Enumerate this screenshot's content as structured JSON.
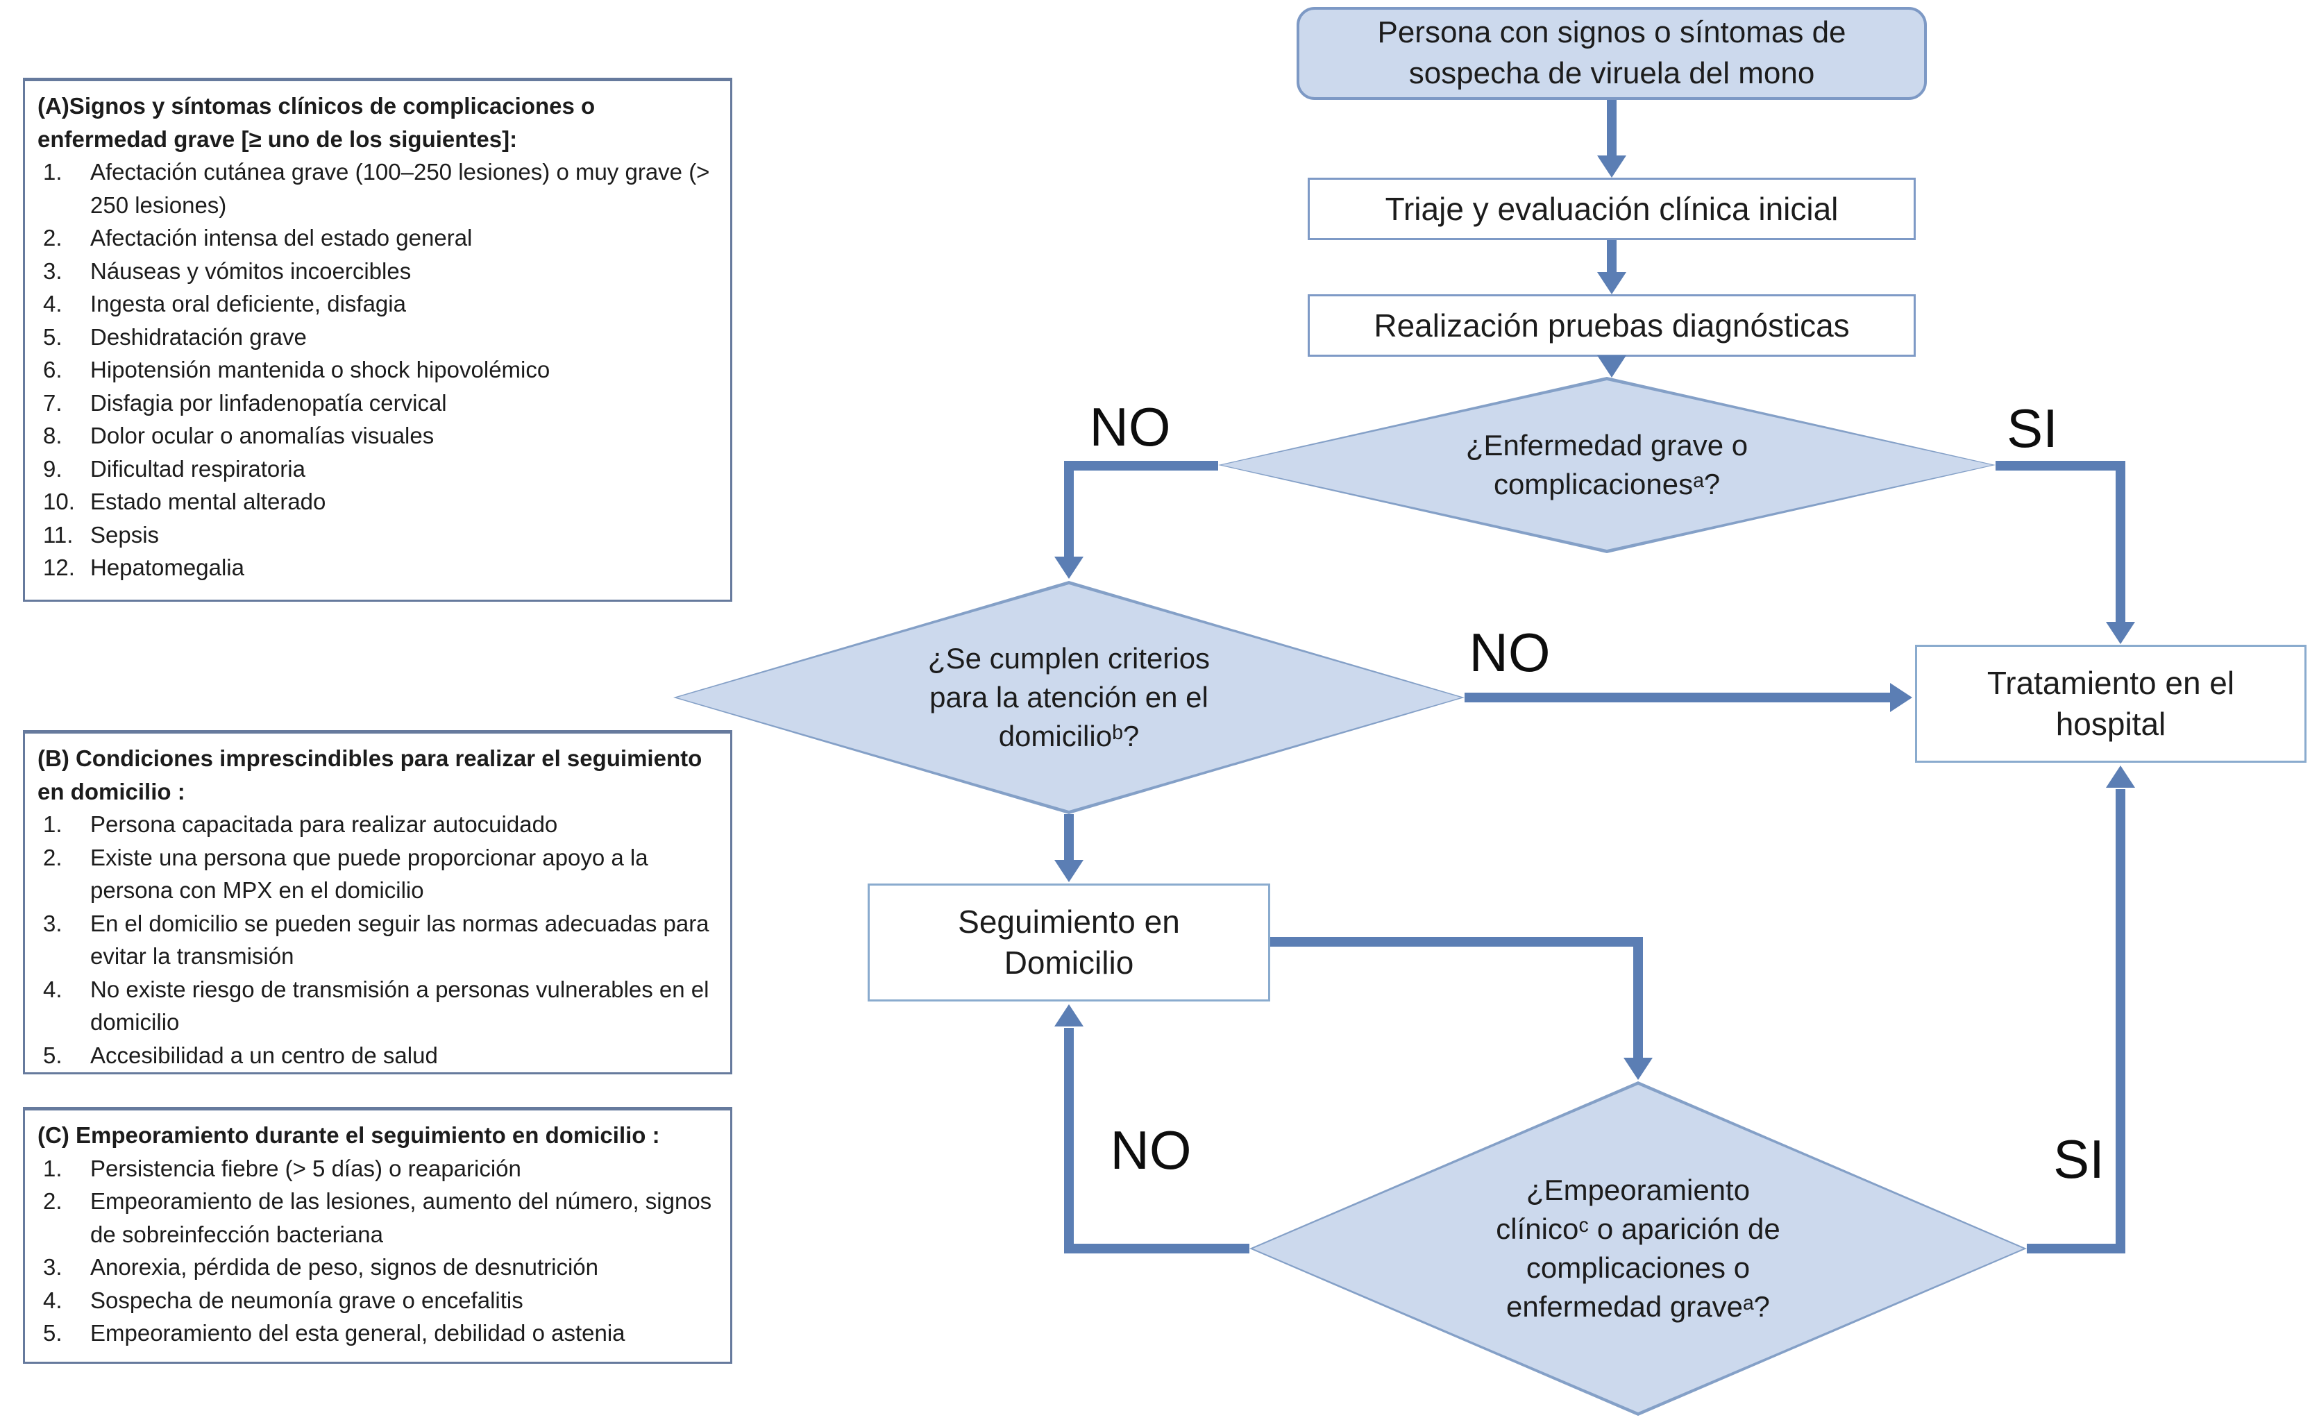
{
  "panels": [
    {
      "key": "A",
      "title": "(A)Signos y síntomas clínicos de complicaciones o enfermedad grave [≥ uno de los siguientes]:",
      "items": [
        "Afectación cutánea grave (100–250 lesiones) o muy grave (> 250 lesiones)",
        "Afectación intensa del estado general",
        "Náuseas y vómitos incoercibles",
        "Ingesta oral deficiente, disfagia",
        "Deshidratación grave",
        "Hipotensión mantenida o shock hipovolémico",
        "Disfagia por linfadenopatía cervical",
        "Dolor ocular o anomalías visuales",
        "Dificultad respiratoria",
        "Estado mental alterado",
        "Sepsis",
        "Hepatomegalia"
      ]
    },
    {
      "key": "B",
      "title": "(B) Condiciones imprescindibles para realizar el seguimiento en domicilio :",
      "items": [
        "Persona capacitada para realizar autocuidado",
        "Existe una persona que puede proporcionar apoyo a la persona con MPX en el domicilio",
        "En el domicilio se pueden seguir las normas adecuadas para evitar la transmisión",
        "No existe riesgo de transmisión a personas vulnerables en el domicilio",
        "Accesibilidad a un centro de salud"
      ]
    },
    {
      "key": "C",
      "title": "(C) Empeoramiento durante el seguimiento en domicilio :",
      "items": [
        "Persistencia fiebre (> 5 días) o reaparición",
        "Empeoramiento de las lesiones, aumento del número, signos de sobreinfección bacteriana",
        "Anorexia, pérdida de peso, signos de desnutrición",
        "Sospecha de neumonía grave o encefalitis",
        "Empeoramiento del esta general, debilidad o astenia"
      ]
    }
  ],
  "flow": {
    "start": [
      "Persona con signos o síntomas de",
      "sospecha de viruela del mono"
    ],
    "triaje": "Triaje y evaluación clínica inicial",
    "pruebas": "Realización pruebas diagnósticas",
    "d1": [
      "¿Enfermedad grave o",
      "complicacionesᵃ?"
    ],
    "d2": [
      "¿Se cumplen criterios",
      "para la atención en el",
      "domicilioᵇ?"
    ],
    "d3": [
      "¿Empeoramiento",
      "clínicoᶜ o aparición de",
      "complicaciones o",
      "enfermedad graveᵃ?"
    ],
    "hospital": [
      "Tratamiento en el",
      "hospital"
    ],
    "seguimiento": [
      "Seguimiento en",
      "Domicilio"
    ],
    "labels": {
      "d1_no": "NO",
      "d1_si": "SI",
      "d2_no": "NO",
      "d3_no": "NO",
      "d3_si": "SI"
    }
  },
  "colors": {
    "shape_fill": "#ccd9ed",
    "shape_border": "#84a0c7",
    "arrow": "#5b7eb4",
    "white_box_border": "#7e9ac6",
    "panel_border": "#667a9d",
    "text": "#1c1c1c"
  }
}
